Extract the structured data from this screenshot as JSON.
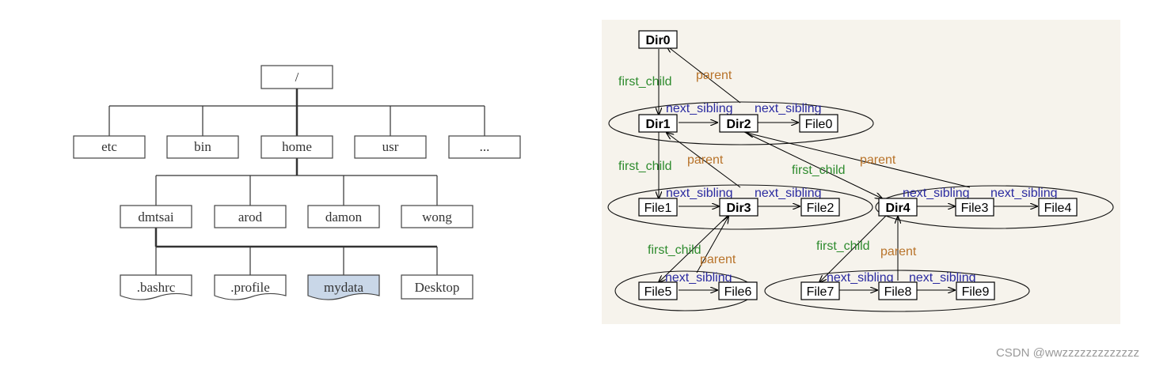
{
  "left_diagram": {
    "root": "/",
    "level1": [
      "etc",
      "bin",
      "home",
      "usr",
      "..."
    ],
    "level2": [
      "dmtsai",
      "arod",
      "damon",
      "wong"
    ],
    "level3": [
      ".bashrc",
      ".profile",
      "mydata",
      "Desktop"
    ],
    "highlight_color": "#c9d7e8"
  },
  "right_diagram": {
    "background": "#f6f3ec",
    "nodes": {
      "dir0": "Dir0",
      "dir1": "Dir1",
      "dir2": "Dir2",
      "dir3": "Dir3",
      "dir4": "Dir4",
      "file0": "File0",
      "file1": "File1",
      "file2": "File2",
      "file3": "File3",
      "file4": "File4",
      "file5": "File5",
      "file6": "File6",
      "file7": "File7",
      "file8": "File8",
      "file9": "File9"
    },
    "labels": {
      "first_child": "first_child",
      "parent": "parent",
      "next_sibling": "next_sibling"
    },
    "colors": {
      "first_child": "#2e8b2e",
      "parent": "#b8732a",
      "next_sibling": "#2a2aa0"
    }
  },
  "watermark": "CSDN @wwzzzzzzzzzzzzz"
}
